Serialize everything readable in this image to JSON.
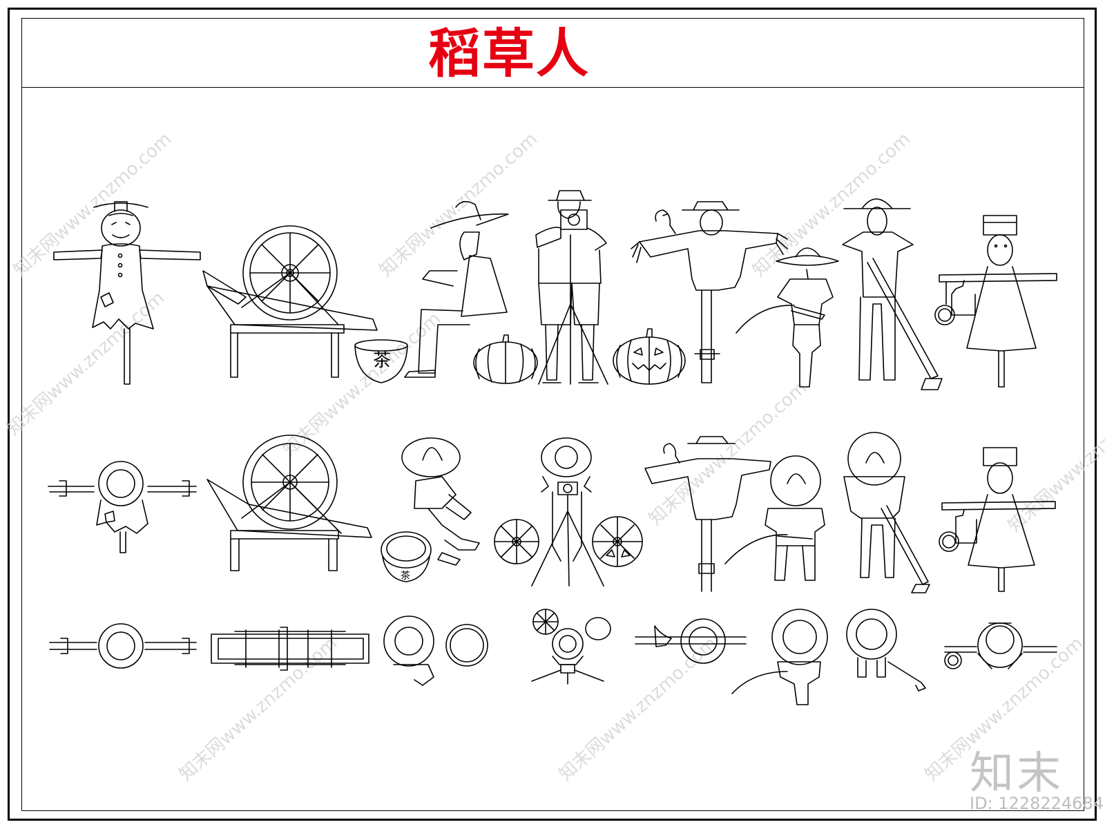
{
  "title": "稻草人",
  "title_color": "#e60012",
  "watermark": "知末网www.znzmo.com",
  "brand": "知末",
  "image_id": "ID: 1228224684",
  "bowl_label": "茶",
  "views": [
    "elevation",
    "oblique",
    "plan"
  ],
  "figures": [
    "pumpkin-scarecrow",
    "waterwheel",
    "seated-farmer-with-tea-bowl",
    "photographer-with-tripod",
    "scarecrow-with-crow",
    "crouching-fisherman",
    "farmer-with-hoe",
    "bucket-carrier-scarecrow"
  ]
}
